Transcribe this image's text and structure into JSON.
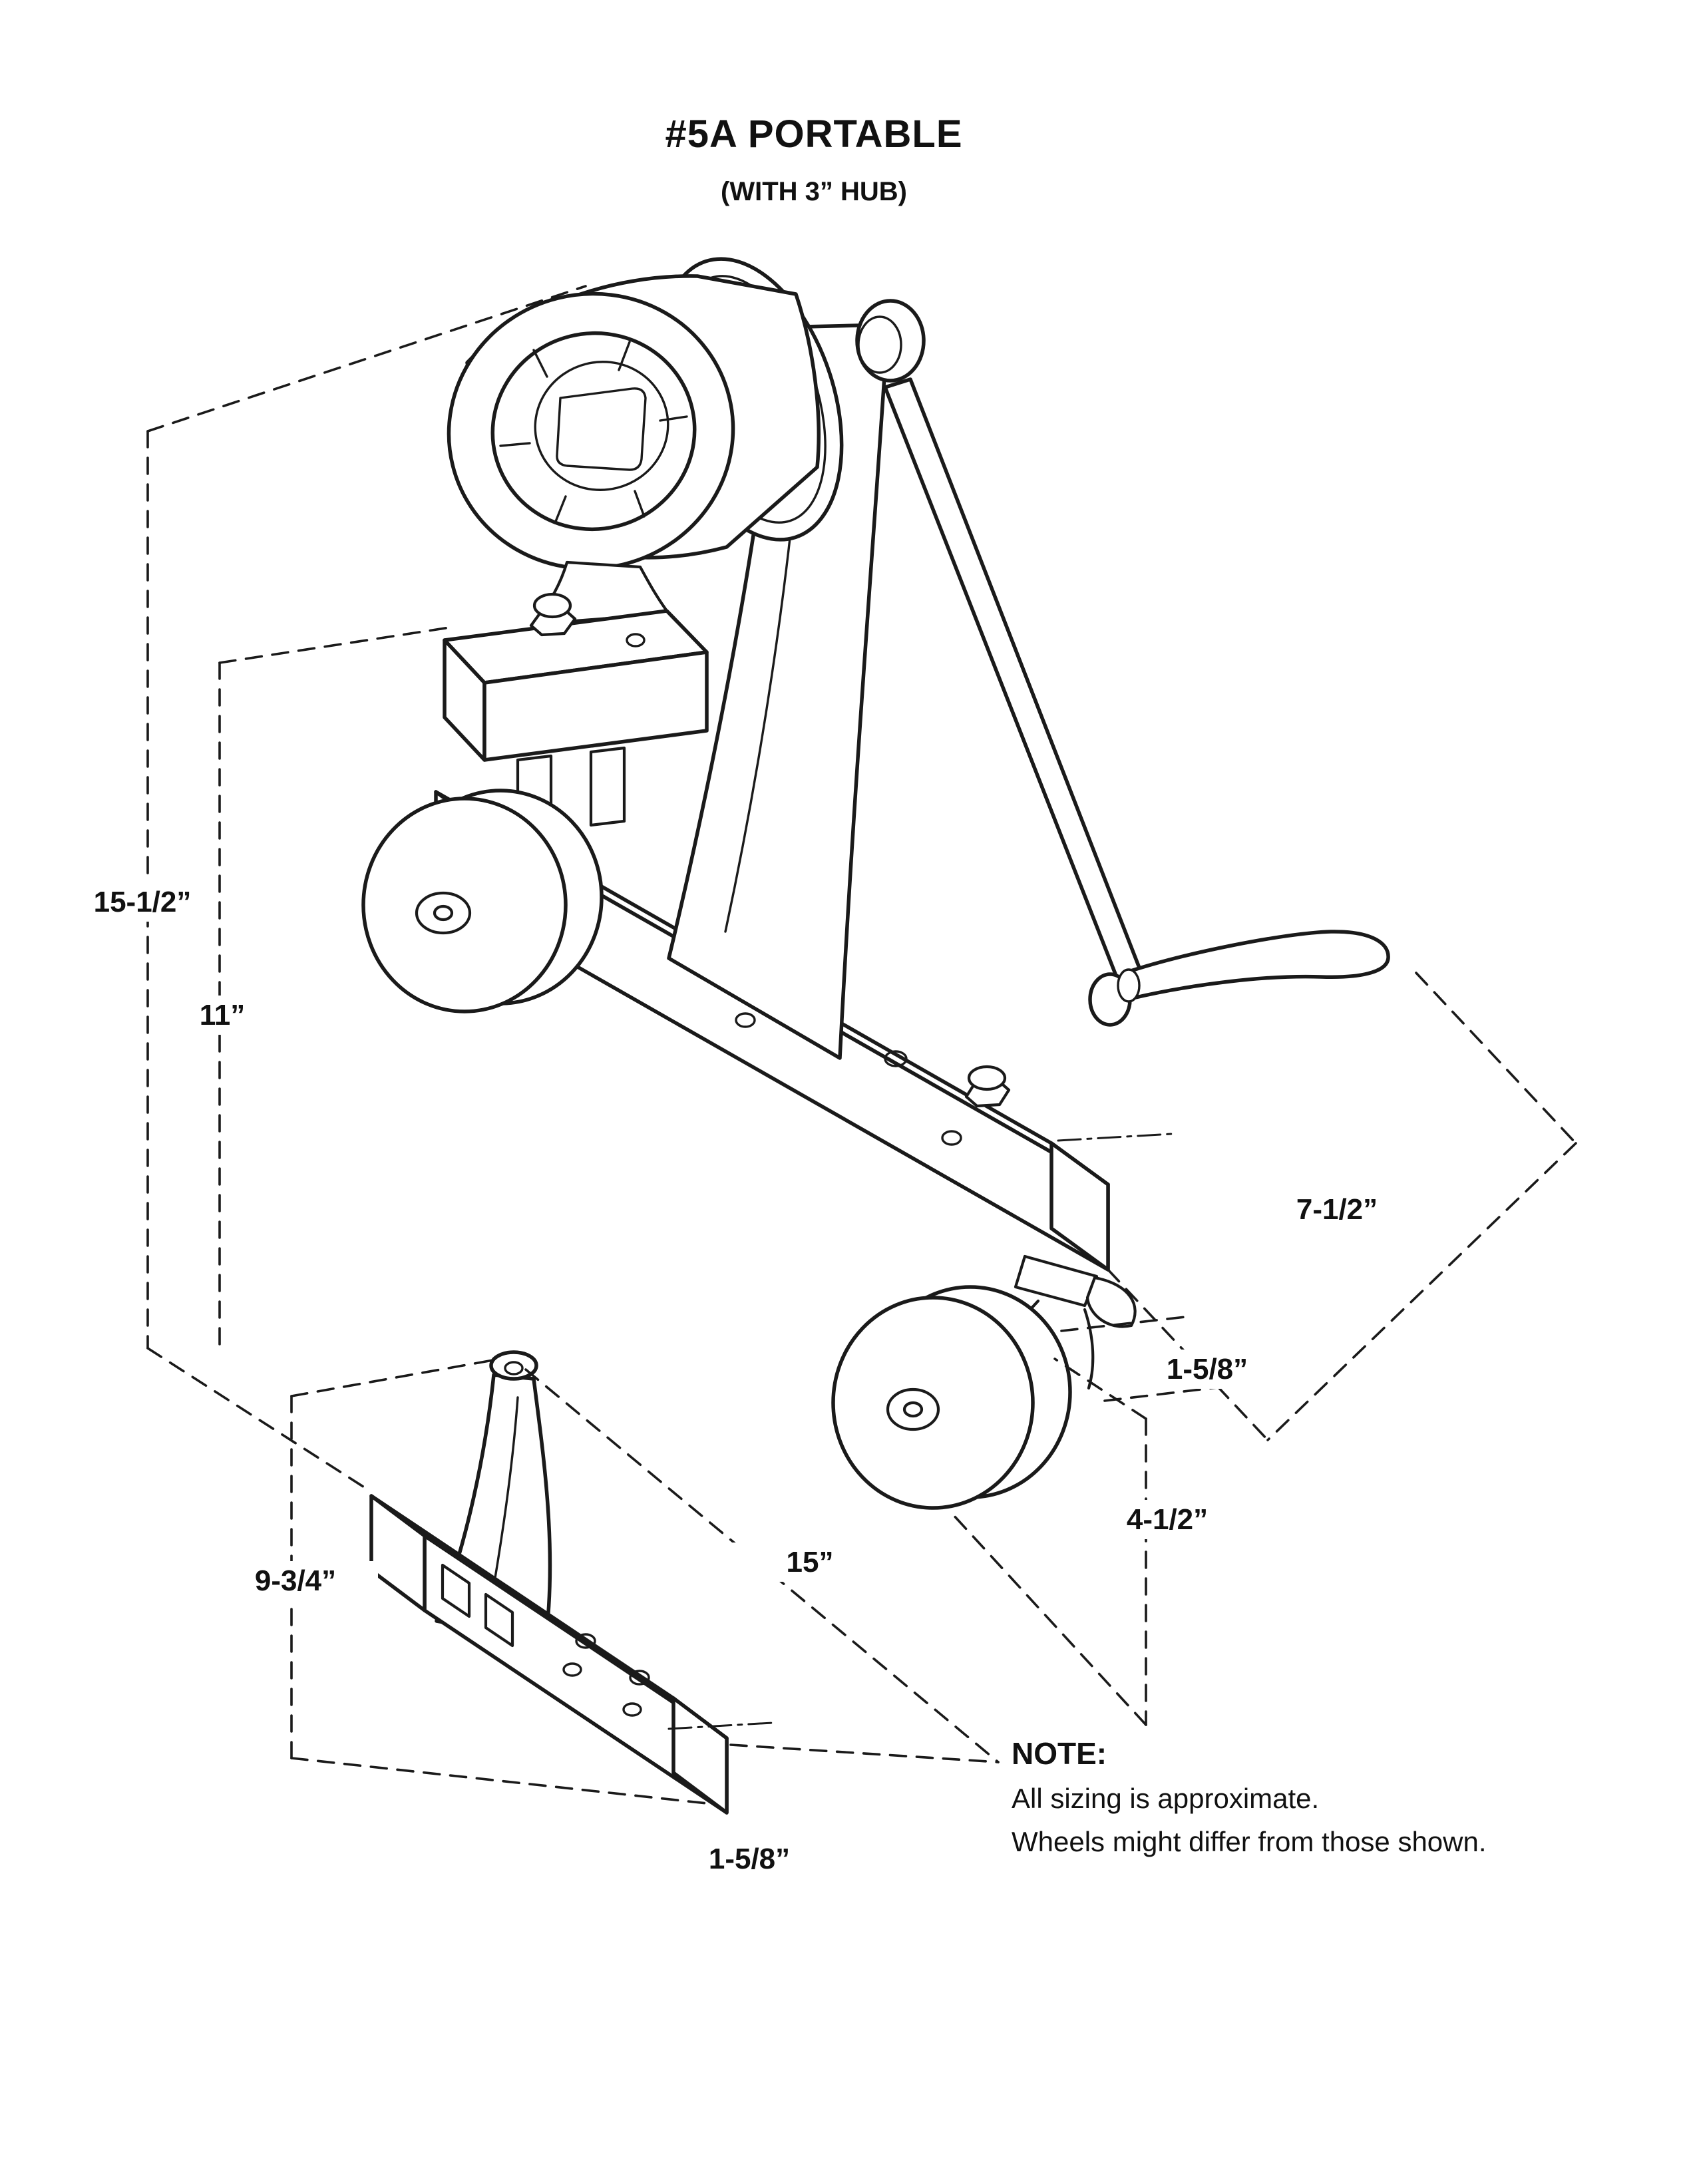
{
  "title": "#5A PORTABLE",
  "subtitle": "(WITH 3” HUB)",
  "dimensions": {
    "overall_height": "15-1/2”",
    "frame_height": "11”",
    "depth": "7-1/2”",
    "caster_offset": "1-5/8”",
    "caster_height": "4-1/2”",
    "base_height": "9-3/4”",
    "base_length": "15”",
    "base_channel": "1-5/8”"
  },
  "note": {
    "heading": "NOTE:",
    "line1": "All sizing is approximate.",
    "line2": "Wheels might differ from those shown."
  },
  "colors": {
    "line": "#1a1a1a",
    "background": "#ffffff"
  }
}
